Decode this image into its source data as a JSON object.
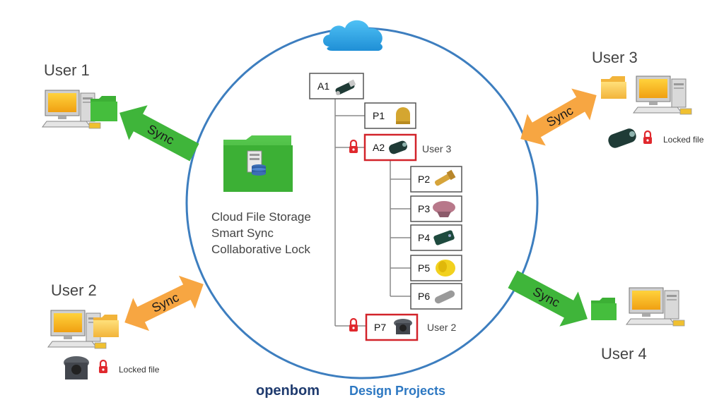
{
  "users": {
    "user1": "User 1",
    "user2": "User 2",
    "user3": "User 3",
    "user4": "User 4"
  },
  "sync_label": "Sync",
  "locked_file_label": "Locked file",
  "cloud_features": [
    "Cloud File Storage",
    "Smart Sync",
    "Collaborative Lock"
  ],
  "tree": {
    "root": "A1",
    "p1": "P1",
    "a2": "A2",
    "a2_owner": "User 3",
    "children": [
      "P2",
      "P3",
      "P4",
      "P5",
      "P6"
    ],
    "p7": "P7",
    "p7_owner": "User 2"
  },
  "brand": {
    "name": "openbom",
    "product": "Design Projects"
  },
  "colors": {
    "circle": "#3d7ebf",
    "green_arrow": "#3fb53a",
    "orange_arrow": "#f7a642",
    "lock_red": "#e0282d",
    "highlight_red": "#d2232a",
    "cloud_blue": "#2fa6e6",
    "brand_dark": "#1e3a6e",
    "brand_blue": "#2d78c2"
  },
  "icons": [
    "cloud-icon",
    "folder-icon",
    "database-server-icon",
    "computer-icon",
    "lock-icon",
    "part-icon"
  ]
}
